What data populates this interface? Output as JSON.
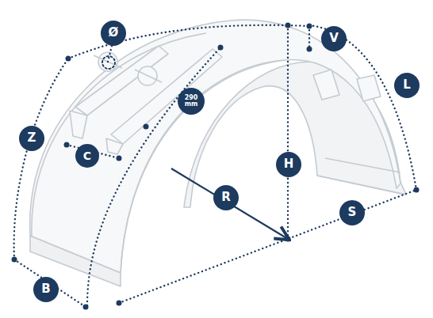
{
  "diagram": {
    "labels": [
      "Ø",
      "V",
      "L",
      "Z",
      "C",
      "290 mm",
      "H",
      "R",
      "S",
      "B"
    ]
  }
}
